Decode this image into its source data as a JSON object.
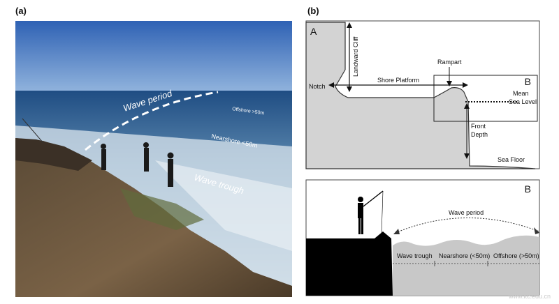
{
  "panel_a": {
    "label": "(a)",
    "wave_period": "Wave period",
    "offshore": "Offshore >50m",
    "nearshore": "Nearshore <50m",
    "wave_trough": "Wave trough"
  },
  "panel_b": {
    "label": "(b)",
    "top": {
      "corner_a": "A",
      "corner_b": "B",
      "landward_cliff": "Landward Cliff",
      "notch": "Notch",
      "shore_platform": "Shore Platform",
      "rampart": "Rampart",
      "mean_sea_level_1": "Mean",
      "mean_sea_level_2": "Sea Level",
      "front_depth_1": "Front",
      "front_depth_2": "Depth",
      "sea_floor": "Sea Floor"
    },
    "bottom": {
      "corner_b": "B",
      "wave_period": "Wave period",
      "wave_trough": "Wave trough",
      "nearshore": "Nearshore (<50m)",
      "offshore": "Offshore (>50m)"
    }
  },
  "watermark": "www.itc.edu.cn"
}
